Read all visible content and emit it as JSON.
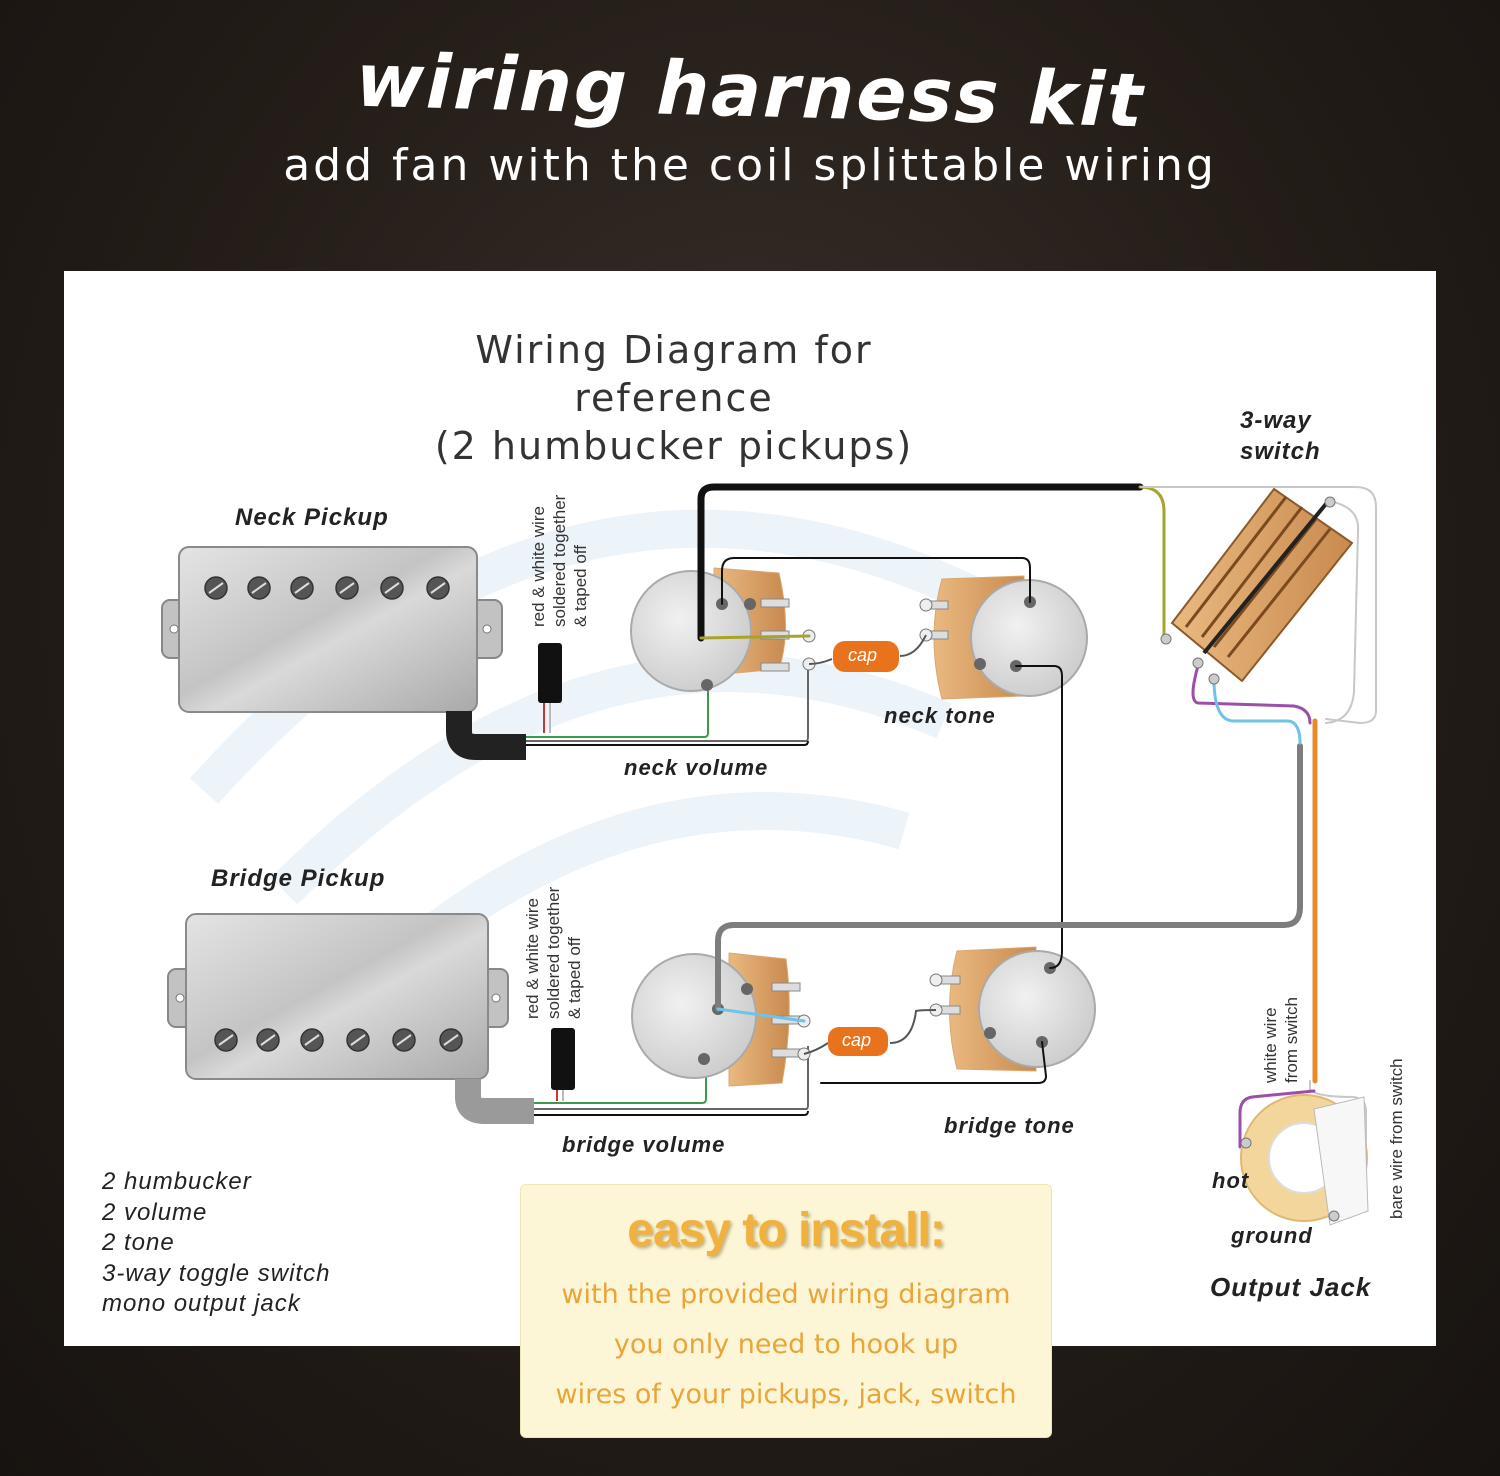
{
  "header": {
    "headline": "wiring harness kit",
    "subline": "add fan with the coil splittable wiring"
  },
  "diagram": {
    "title_line1": "Wiring Diagram for reference",
    "title_line2": "(2 humbucker pickups)",
    "neck_pickup": "Neck Pickup",
    "bridge_pickup": "Bridge Pickup",
    "neck_note": [
      "red & white wire",
      "soldered together",
      "& taped off"
    ],
    "bridge_note": [
      "red & white wire",
      "soldered together",
      "& taped off"
    ],
    "neck_volume": "neck volume",
    "neck_tone": "neck tone",
    "bridge_volume": "bridge volume",
    "bridge_tone": "bridge tone",
    "cap": "cap",
    "switch_label": [
      "3-way",
      "switch"
    ],
    "white_wire_note": [
      "white wire",
      "from switch"
    ],
    "bare_wire_note": "bare wire from switch",
    "hot": "hot",
    "ground": "ground",
    "output_jack": "Output Jack",
    "specs": [
      "2 humbucker",
      "2 volume",
      "2 tone",
      "3-way toggle switch",
      "mono output jack"
    ]
  },
  "callout": {
    "heading": "easy to install:",
    "lines": [
      "with the provided wiring diagram",
      "you only need to hook up",
      "wires of your pickups, jack, switch"
    ]
  },
  "colors": {
    "background": "#241d18",
    "panel": "#ffffff",
    "cap": "#e9731c",
    "switch_body": "#c98a4e",
    "wire_black": "#111111",
    "wire_gray": "#7d7d7d",
    "wire_orange": "#e88a2a",
    "wire_purple": "#9b4fa8",
    "wire_blue": "#6fc3e6",
    "wire_olive": "#a8a32c",
    "callout_text": "#e8a53a"
  }
}
